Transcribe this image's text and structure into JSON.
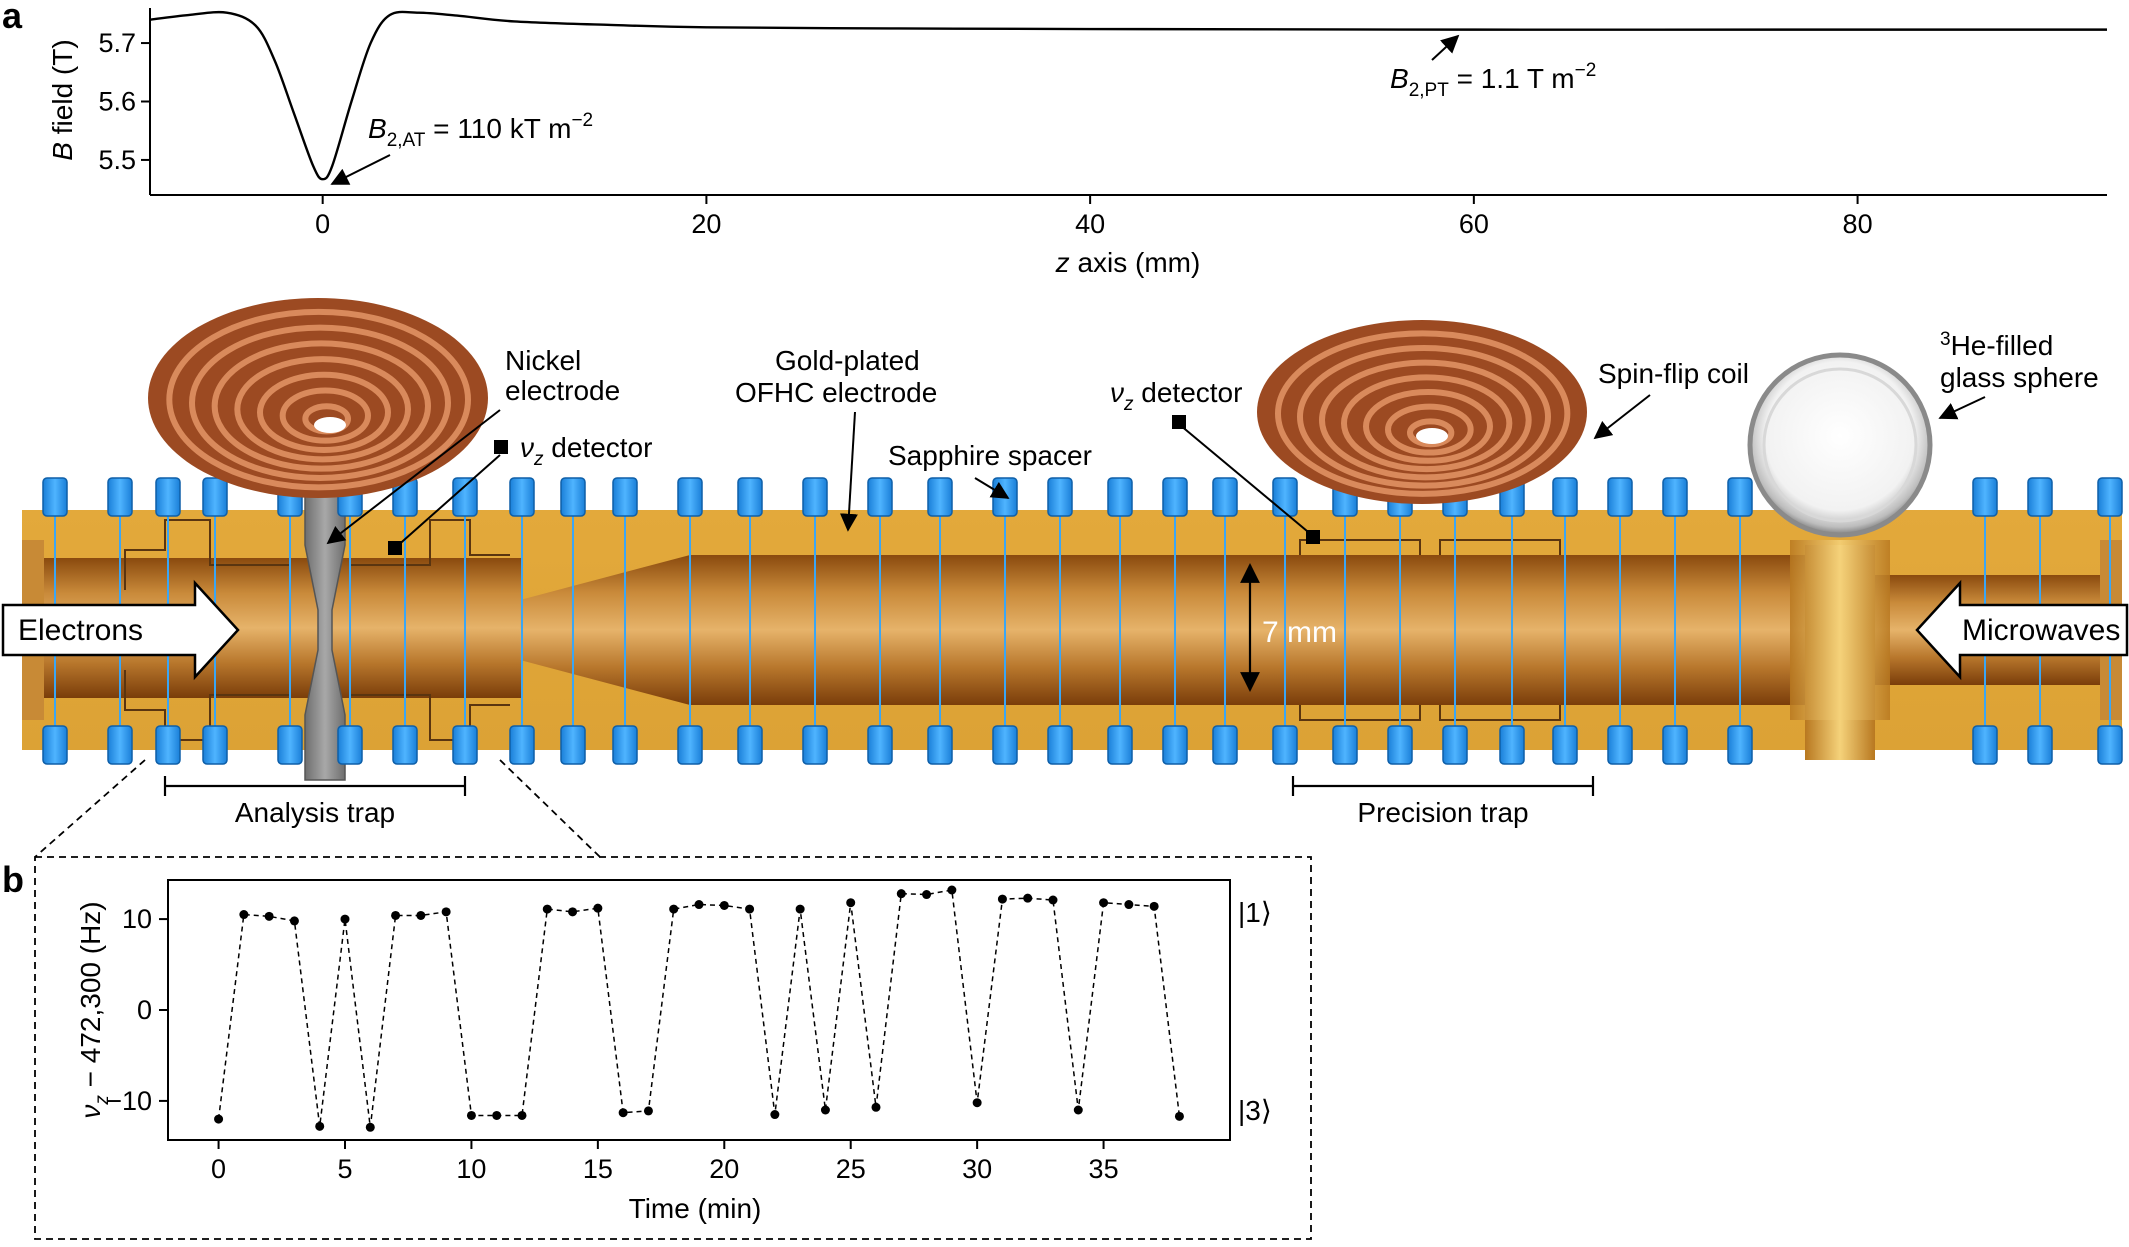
{
  "panel_a": {
    "label": "a",
    "annotations": {
      "at_main": "B",
      "at_sub": "2,AT",
      "at_value": " = 110 kT m",
      "at_exp": "−2",
      "pt_main": "B",
      "pt_sub": "2,PT",
      "pt_value": " = 1.1 T m",
      "pt_exp": "−2"
    }
  },
  "diagram": {
    "electrons": "Electrons",
    "microwaves": "Microwaves",
    "nickel_1": "Nickel",
    "nickel_2": "electrode",
    "gold_1": "Gold-plated",
    "gold_2": "OFHC electrode",
    "sapphire": "Sapphire spacer",
    "detector_sym": "ν",
    "detector_sub": "z",
    "detector_text": " detector",
    "spinflip": "Spin-flip coil",
    "he_sup": "3",
    "he_1": "He-filled",
    "he_2": "glass sphere",
    "dim": "7 mm",
    "analysis": "Analysis trap",
    "precision": "Precision trap"
  },
  "panel_b": {
    "label": "b",
    "state_1": "|1⟩",
    "state_3": "|3⟩"
  },
  "colors": {
    "gold": "#E3A93B",
    "copper": "#B8602F",
    "spacer_blue": "#1E90F0",
    "nickel_gray": "#8C8C8C"
  },
  "chart_data": [
    {
      "type": "line",
      "xlabel_main": "z",
      "xlabel_rest": " axis (mm)",
      "ylabel_main": "B",
      "ylabel_rest": " field (T)",
      "xlim": [
        -9,
        93
      ],
      "ylim": [
        5.44,
        5.76
      ],
      "xticks": [
        0,
        20,
        40,
        60,
        80
      ],
      "yticks": [
        5.5,
        5.6,
        5.7
      ],
      "x": [
        -9,
        -7,
        -5,
        -3.5,
        -2.5,
        -1.5,
        -0.5,
        0,
        0.5,
        1.5,
        2.5,
        3.5,
        5,
        7,
        10,
        15,
        20,
        30,
        40,
        60,
        80,
        93
      ],
      "y": [
        5.74,
        5.748,
        5.752,
        5.73,
        5.67,
        5.58,
        5.49,
        5.467,
        5.49,
        5.6,
        5.7,
        5.748,
        5.752,
        5.747,
        5.737,
        5.731,
        5.727,
        5.725,
        5.724,
        5.723,
        5.723,
        5.723
      ]
    },
    {
      "type": "scatter",
      "xlabel": "Time (min)",
      "ylabel_sym": "ν",
      "ylabel_sub": "z",
      "ylabel_rest": " − 472,300 (Hz)",
      "xlim": [
        -2,
        40
      ],
      "ylim": [
        -14.3,
        14.3
      ],
      "xticks": [
        0,
        5,
        10,
        15,
        20,
        25,
        30,
        35
      ],
      "yticks": [
        -10,
        0,
        10
      ],
      "x": [
        0,
        1,
        2,
        3,
        4,
        5,
        6,
        7,
        8,
        9,
        10,
        11,
        12,
        13,
        14,
        15,
        16,
        17,
        18,
        19,
        20,
        21,
        22,
        23,
        24,
        25,
        26,
        27,
        28,
        29,
        30,
        31,
        32,
        33,
        34,
        35,
        36,
        37,
        38
      ],
      "y": [
        -12,
        10.5,
        10.3,
        9.8,
        -12.8,
        10,
        -12.9,
        10.4,
        10.4,
        10.8,
        -11.6,
        -11.6,
        -11.6,
        11.1,
        10.8,
        11.2,
        -11.3,
        -11.1,
        11.1,
        11.6,
        11.5,
        11.1,
        -11.5,
        11.1,
        -11,
        11.8,
        -10.7,
        12.8,
        12.7,
        13.2,
        -10.2,
        12.2,
        12.3,
        12.1,
        -11,
        11.8,
        11.6,
        11.4,
        -11.7
      ]
    }
  ]
}
